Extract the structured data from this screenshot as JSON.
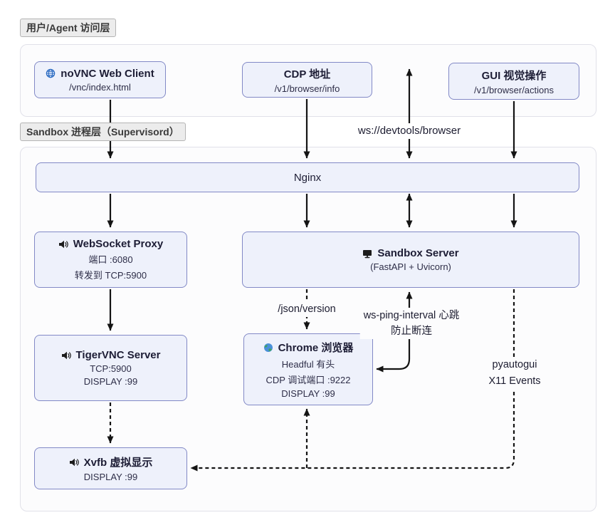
{
  "layers": {
    "access_label": "用户/Agent 访问层",
    "sandbox_label": "Sandbox 进程层（Supervisord）"
  },
  "nodes": {
    "novnc": {
      "title": "noVNC Web Client",
      "subtitle": "/vnc/index.html"
    },
    "cdp": {
      "title": "CDP 地址",
      "subtitle": "/v1/browser/info"
    },
    "gui": {
      "title": "GUI 视觉操作",
      "subtitle": "/v1/browser/actions"
    },
    "nginx": {
      "title": "Nginx"
    },
    "websocket_proxy": {
      "title": "WebSocket Proxy",
      "lines": [
        "端口 :6080",
        "转发到 TCP:5900"
      ]
    },
    "sandbox_server": {
      "title": "Sandbox Server",
      "subtitle": "(FastAPI + Uvicorn)"
    },
    "tigervnc": {
      "title": "TigerVNC Server",
      "lines": [
        "TCP:5900",
        "DISPLAY :99"
      ]
    },
    "chrome": {
      "title": "Chrome 浏览器",
      "lines": [
        "Headful 有头",
        "CDP 调试端口 :9222",
        "DISPLAY :99"
      ]
    },
    "xvfb": {
      "title": "Xvfb 虚拟显示",
      "lines": [
        "DISPLAY :99"
      ]
    }
  },
  "edges": {
    "ws_devtools": "ws://devtools/browser",
    "json_version": "/json/version",
    "ws_ping": {
      "line1": "ws-ping-interval 心跳",
      "line2": "防止断连"
    },
    "pyautogui": {
      "line1": "pyautogui",
      "line2": "X11 Events"
    }
  },
  "icons": {
    "novnc": "globe-icon",
    "sandbox_server": "monitor-icon",
    "websocket_proxy": "speaker-icon",
    "tigervnc": "speaker-icon",
    "xvfb": "speaker-icon",
    "chrome": "earth-icon"
  },
  "colors": {
    "node_fill": "#eef1fb",
    "node_border": "#8289c6",
    "container_fill": "#fcfcfd",
    "container_border": "#e1e1e9",
    "arrow": "#141414",
    "chip_fill": "#ececec",
    "globe_blue": "#2a6bc2",
    "earth_green": "#3fa45b"
  }
}
